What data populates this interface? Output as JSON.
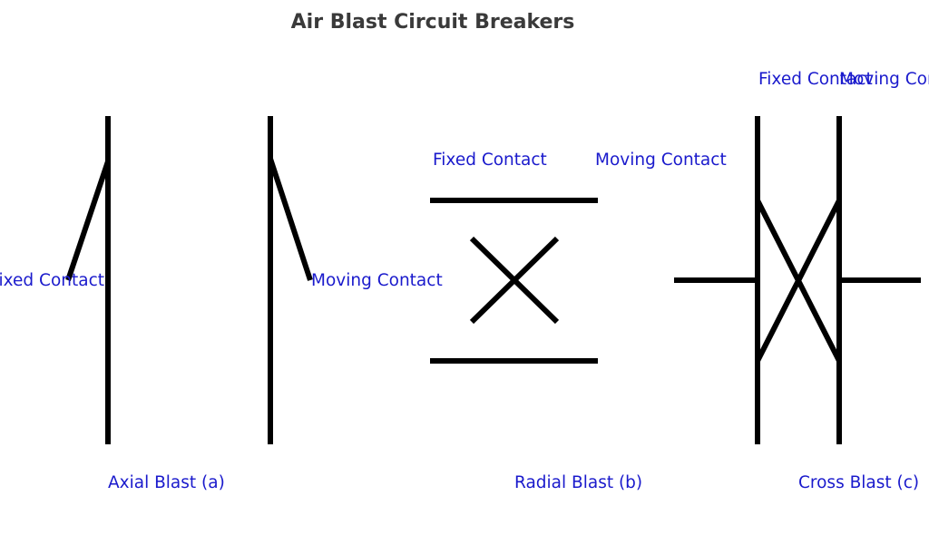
{
  "title": "Air Blast Circuit Breakers",
  "axial": {
    "caption": "Axial Blast (a)",
    "fixed_label": "Fixed Contact",
    "moving_label": "Moving Contact"
  },
  "radial": {
    "caption": "Radial Blast (b)",
    "fixed_label": "Fixed Contact",
    "moving_label": "Moving Contact"
  },
  "cross": {
    "caption": "Cross Blast (c)",
    "fixed_label": "Fixed Contact",
    "moving_label": "Moving Contact"
  },
  "colors": {
    "label": "#1a1acc",
    "title": "#3a3a3a",
    "line": "#000000"
  }
}
